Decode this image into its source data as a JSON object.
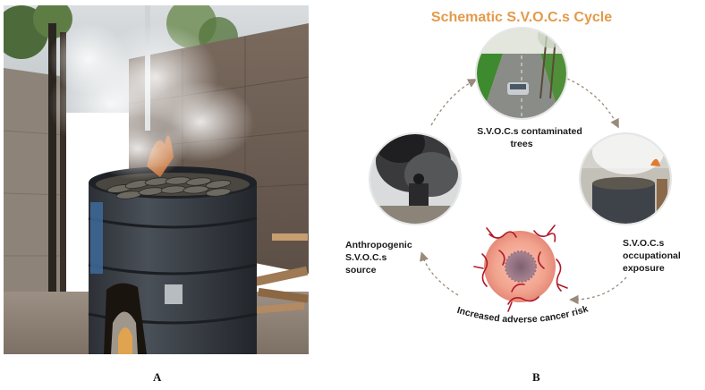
{
  "panel_a": {
    "label": "A"
  },
  "panel_b": {
    "label": "B",
    "title": "Schematic S.V.O.C.s Cycle",
    "nodes": {
      "top": {
        "line1": "S.V.O.C.s contaminated",
        "line2": "trees"
      },
      "left": {
        "line1": "Anthropogenic",
        "line2": "S.V.O.C.s",
        "line3": "source"
      },
      "right": {
        "line1": "S.V.O.C.s",
        "line2": "occupational",
        "line3": "exposure"
      },
      "bottom": {
        "line1": "Increased adverse cancer risk"
      }
    }
  },
  "colors": {
    "title": "#e49a4a",
    "arrow": "#9a8a7a",
    "cell_outer": "#f2a48f",
    "cell_nucleus": "#8c6d78",
    "vessel": "#b01a2a"
  }
}
